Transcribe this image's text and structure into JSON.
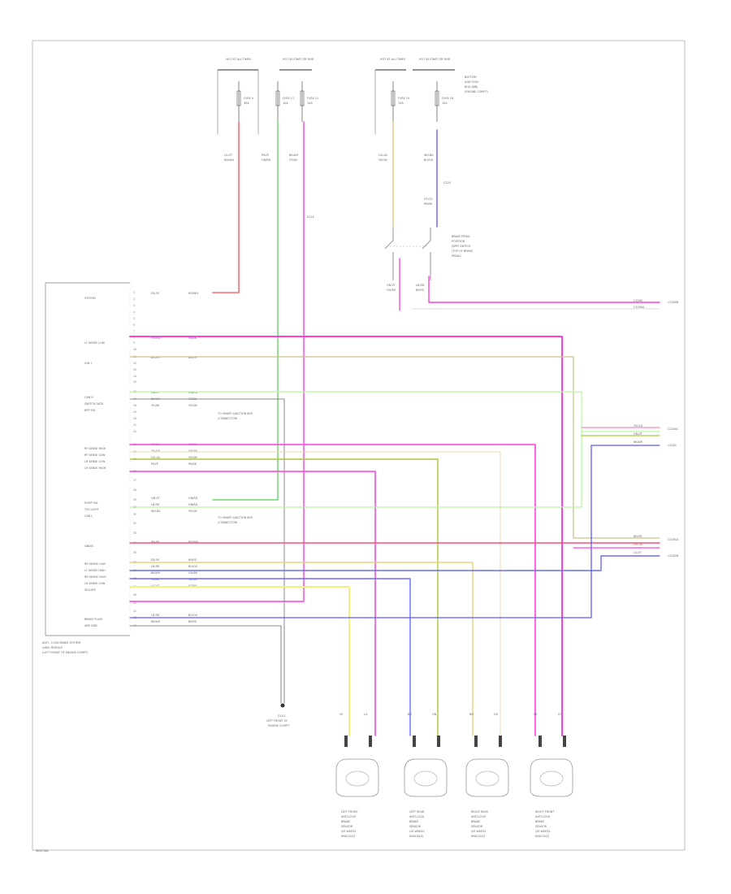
{
  "diagram": {
    "page_code": "W0074AL",
    "module_label_lines": [
      "ANTI - LOCK BRAKE SYSTEM",
      "(ABS) MODULE",
      "(LEFT FRONT OF ENGINE COMPT)"
    ],
    "ground_label_lines": [
      "G101",
      "LEFT FRONT OF",
      "ENGINE COMPT"
    ],
    "splice_label": "S114",
    "switch_label_lines": [
      "BRAKE PEDAL",
      "POSITION",
      "(BPP) SWITCH",
      "(TOP OF BRAKE",
      "PEDAL)"
    ],
    "splice_junction_label": "C225",
    "relay_box_label_lines": [
      "BATTERY",
      "JUNCTION",
      "BOX (BJB)",
      "(ENGINE COMPT)"
    ],
    "fuse_feeds": [
      {
        "title": "HOT AT ALL TIMES",
        "fuse": "FUSE 4",
        "amps": "30A"
      },
      {
        "title": "HOT IN START OR RUN",
        "fuse": "FUSE 11",
        "amps": "10A"
      },
      {
        "title": "",
        "fuse": "FUSE 21",
        "amps": "10A"
      },
      {
        "title": "HOT AT ALL TIMES",
        "fuse": "FUSE 10",
        "amps": "15A"
      },
      {
        "title": "HOT IN START OR RUN",
        "fuse": "FUSE 18",
        "amps": "10A"
      }
    ],
    "module_pins": [
      "SYSTEM",
      "LF SENSE LOW",
      "IGN +",
      "CAN H",
      "SWITCH DATA",
      "BPP SIG",
      "RF SENSE HIGH",
      "RF SENSE LOW",
      "LR SENSE LOW",
      "LR SENSE HIGH",
      "PUMP SIG",
      "TCS LIGHT",
      "CAN L",
      "GND/S",
      "RR SENSE LOW",
      "LF SENSE HIGH",
      "RR SENSE HIGH",
      "LR SENSE LOW",
      "ISOLATE",
      "BRAKE FLUID",
      "ABS GND"
    ],
    "wire_labels": [
      "LG-VT",
      "PK-YE",
      "BK-WH",
      "OG-LB",
      "WH-BK",
      "VT-OG",
      "GN-VT",
      "LB-RD",
      "DG-YE",
      "TN-OG",
      "BN-PK",
      "YE-BK"
    ],
    "wire_codes": [
      "RD/WH",
      "GN/RD",
      "VT/BU",
      "YE/GN",
      "BU/OG",
      "PK/BK",
      "OG/BU",
      "BN/YE"
    ],
    "right_connectors": [
      "C2280",
      "C2280A",
      "C2280B",
      "C2280C",
      "C2281",
      "C2281A",
      "C2281B"
    ],
    "module_notes": [
      "TO SMART JUNCTION BOX",
      "(CONNECTOR)",
      "TO SMART JUNCTION BOX",
      "(CONNECTOR)"
    ],
    "sensors": [
      {
        "lines": [
          "LEFT FRONT",
          "ANTI-LOCK",
          "BRAKE",
          "SENSOR",
          "(AT WHEEL",
          "KNUCKLE)"
        ],
        "wire_a": "YE",
        "wire_b": "LG"
      },
      {
        "lines": [
          "LEFT REAR",
          "ANTI-LOCK",
          "BRAKE",
          "SENSOR",
          "(AT WHEEL",
          "KNUCKLE)"
        ],
        "wire_a": "BU",
        "wire_b": "GN"
      },
      {
        "lines": [
          "RIGHT REAR",
          "ANTI-LOCK",
          "BRAKE",
          "SENSOR",
          "(AT WHEEL",
          "KNUCKLE)"
        ],
        "wire_a": "BN",
        "wire_b": "OG"
      },
      {
        "lines": [
          "RIGHT FRONT",
          "ANTI-LOCK",
          "BRAKE",
          "SENSOR",
          "(AT WHEEL",
          "KNUCKLE)"
        ],
        "wire_a": "PK",
        "wire_b": "VT"
      }
    ],
    "colors": {
      "red": "#ff6b6b",
      "green": "#6ad36a",
      "magenta": "#ff3fdf",
      "light_green": "#b6f7a2",
      "tan": "#d8cc8a",
      "yellow": "#f2f27a",
      "blue": "#5a5aff",
      "olive": "#a8c93a",
      "orange": "#f2c79a",
      "pink": "#ff86b8",
      "gray": "#888888",
      "line_light": "#cfcfcf"
    }
  }
}
